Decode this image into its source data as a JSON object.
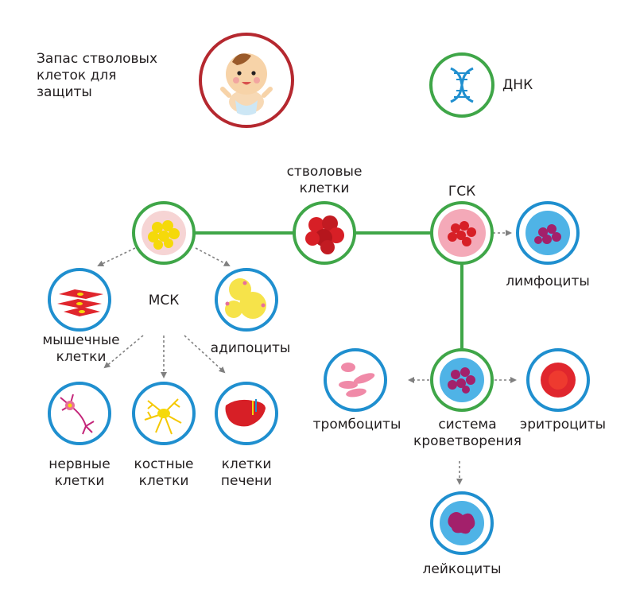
{
  "header": {
    "reserve_text": "Запас стволовых\nклеток для\nзащиты",
    "dna_text": "ДНК"
  },
  "nodes": {
    "stem_cells": "стволовые\nклетки",
    "hsc": "ГСК",
    "msc": "МСК",
    "lymphocytes": "лимфоциты",
    "muscle_cells": "мышечные\nклетки",
    "adipocytes": "адипоциты",
    "nerve_cells": "нервные\nклетки",
    "bone_cells": "костные\nклетки",
    "liver_cells": "клетки\nпечени",
    "platelets": "тромбоциты",
    "hematopoietic_system": "система\nкроветворения",
    "erythrocytes": "эритроциты",
    "leukocytes": "лейкоциты"
  },
  "icons": {
    "baby": "baby-icon",
    "dna": "dna-icon",
    "stem_cluster": "stem-cell-cluster-icon",
    "hsc_cell": "hsc-cell-icon",
    "msc_cell": "msc-cell-icon",
    "lymphocyte": "lymphocyte-icon",
    "muscle": "muscle-cells-icon",
    "adipocyte": "adipocyte-icon",
    "neuron": "neuron-icon",
    "bone": "bone-cell-icon",
    "liver": "liver-icon",
    "platelet": "platelets-icon",
    "hematopoietic": "hematopoietic-cell-icon",
    "erythrocyte": "erythrocyte-icon",
    "leukocyte": "leukocyte-icon"
  },
  "colors": {
    "green_ring": "#3fa648",
    "red_ring": "#b5282f",
    "blue_ring": "#1f8fcf",
    "arrow_gray": "#808080",
    "cell_red": "#d71f26",
    "cell_purple": "#a3206b",
    "cell_yellow": "#f5d90a",
    "cell_pink": "#e86f9a"
  }
}
